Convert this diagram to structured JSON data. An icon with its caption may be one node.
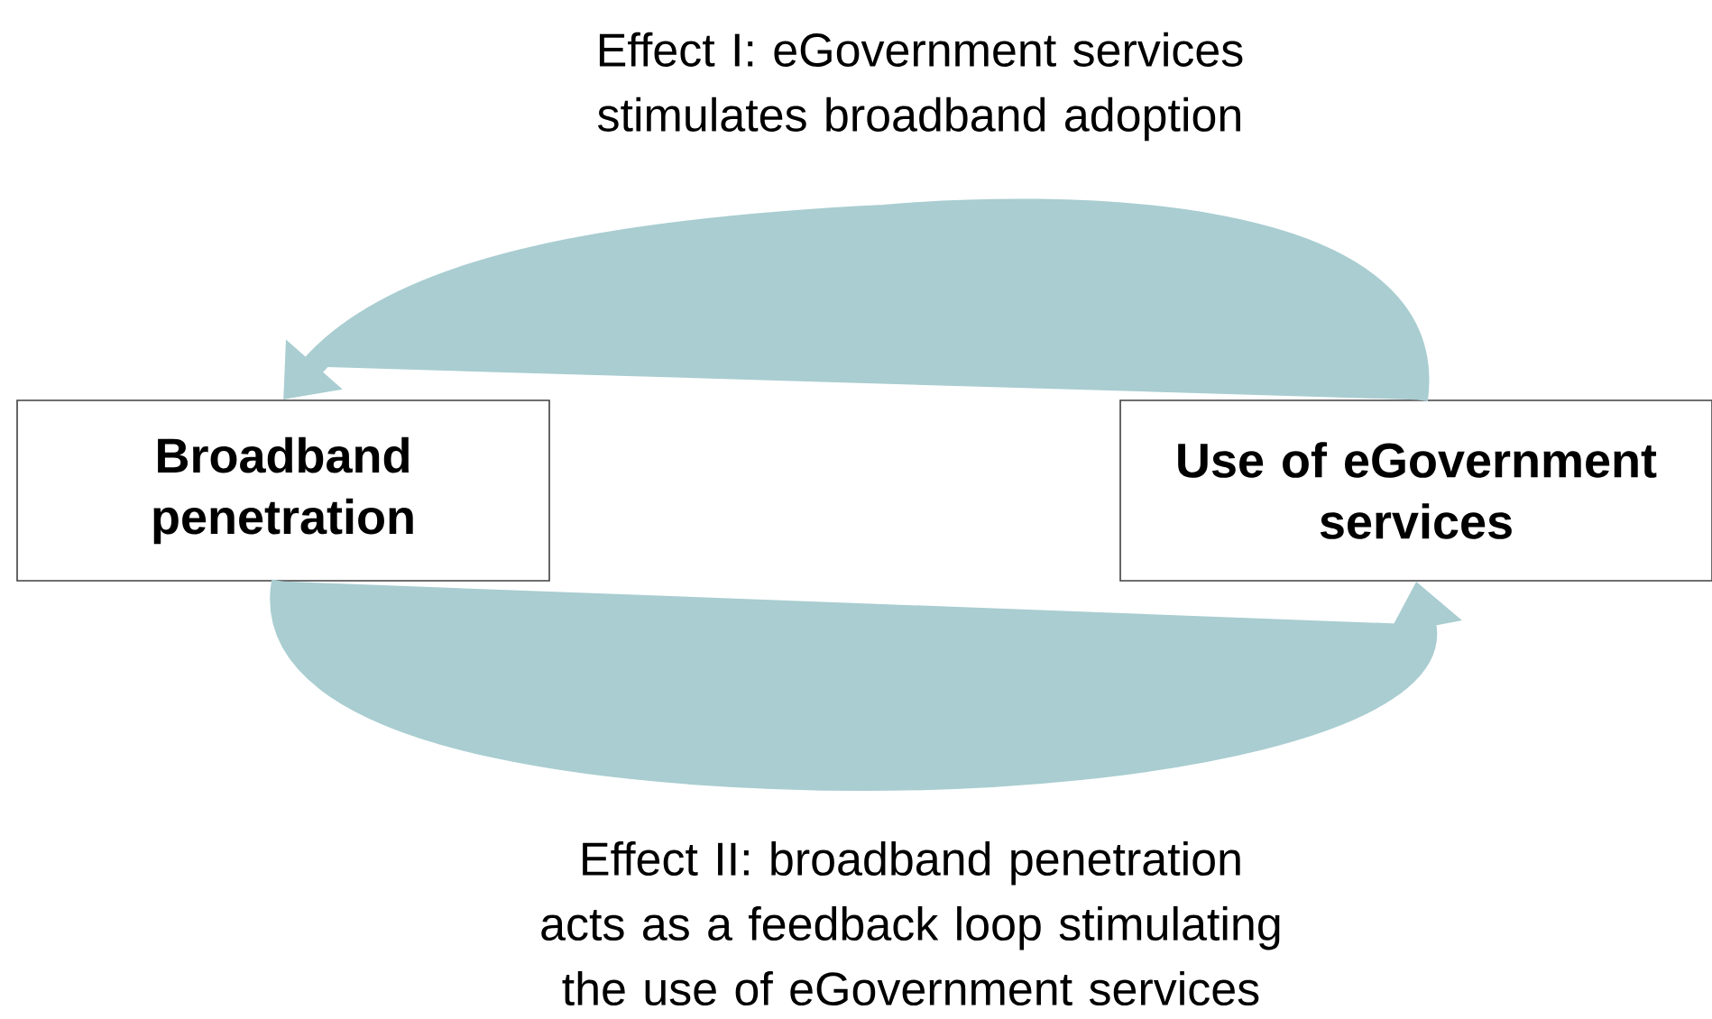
{
  "diagram": {
    "nodes": [
      {
        "text": [
          "Broadband penetration"
        ]
      },
      {
        "text": [
          "Use of eGovernment services"
        ]
      }
    ],
    "edges": [
      {
        "from": 1,
        "to": 0,
        "arrow": "to",
        "label": "Effect I: eGovernment services stimulates broadband adoption"
      },
      {
        "from": 0,
        "to": 1,
        "arrow": "to",
        "label": "Effect II: broadband penetration acts as a feedback loop stimulating the use of eGovernment services"
      }
    ]
  }
}
